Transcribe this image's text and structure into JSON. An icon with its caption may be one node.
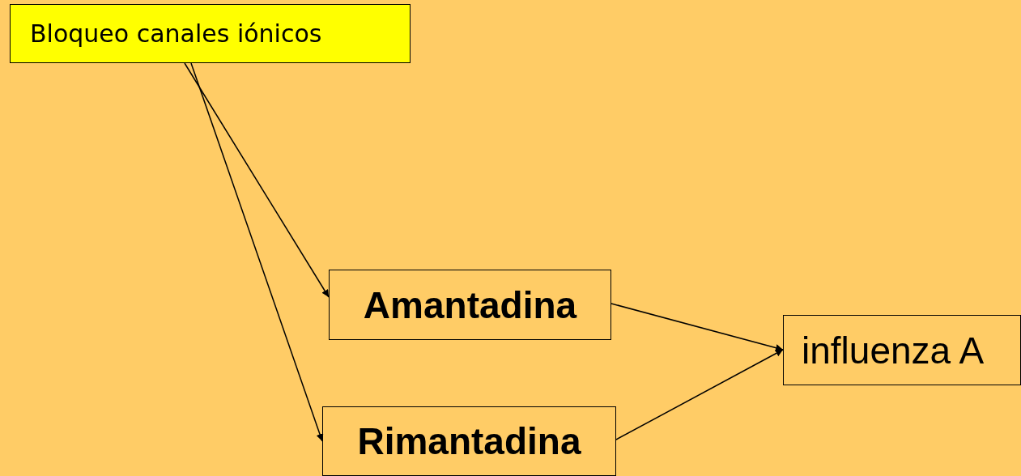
{
  "diagram": {
    "nodes": [
      {
        "text": [
          "Bloqueo canales iónicos"
        ]
      },
      {
        "text": [
          "Amantadina"
        ]
      },
      {
        "text": [
          "Rimantadina"
        ]
      },
      {
        "text": [
          "influenza A"
        ]
      }
    ],
    "edges": [
      {
        "from": 0,
        "to": 1,
        "arrow": "to"
      },
      {
        "from": 0,
        "to": 2,
        "arrow": "to"
      },
      {
        "from": 1,
        "to": 3,
        "arrow": "to"
      },
      {
        "from": 2,
        "to": 3,
        "arrow": "to"
      }
    ]
  }
}
